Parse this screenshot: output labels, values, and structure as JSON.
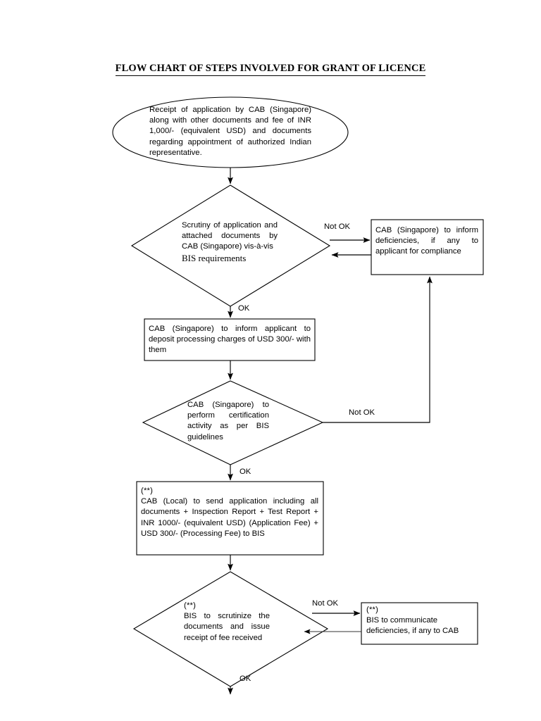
{
  "document": {
    "title": "FLOW CHART OF STEPS INVOLVED FOR GRANT OF LICENCE"
  },
  "flowchart": {
    "nodes": {
      "start_oval": {
        "shape": "ellipse",
        "text": "Receipt of application by CAB (Singapore) along with other documents and fee of INR 1,000/- (equivalent USD) and documents regarding appointment of authorized Indian representative."
      },
      "decision_1": {
        "shape": "diamond",
        "text": "Scrutiny of application and attached documents by CAB (Singapore) vis-à-vis",
        "text_emphasis": "BIS requirements"
      },
      "process_1": {
        "shape": "rectangle",
        "text": "CAB (Singapore) to inform applicant to deposit processing charges of USD 300/- with them"
      },
      "decision_2": {
        "shape": "diamond",
        "text": "CAB (Singapore) to perform certification activity as per BIS guidelines"
      },
      "process_2": {
        "shape": "rectangle",
        "marker": "(**)",
        "text": "CAB (Local) to send application including all documents + Inspection Report + Test Report + INR 1000/- (equivalent USD) (Application Fee) + USD 300/- (Processing Fee) to BIS"
      },
      "decision_3": {
        "shape": "diamond",
        "marker": "(**)",
        "text": "BIS to scrutinize the documents and issue receipt of fee received"
      },
      "deficiency_box_1": {
        "shape": "rectangle",
        "text": "CAB (Singapore) to inform deficiencies, if any to applicant for compliance"
      },
      "deficiency_box_2": {
        "shape": "rectangle",
        "marker": "(**)",
        "text": "BIS to communicate deficiencies, if any to CAB"
      }
    },
    "edge_labels": {
      "not_ok_1": "Not OK",
      "ok_1": "OK",
      "not_ok_2": "Not OK",
      "ok_2": "OK",
      "not_ok_3": "Not OK",
      "ok_3": "OK"
    },
    "colors": {
      "stroke": "#000000",
      "fill": "#ffffff",
      "text": "#000000"
    }
  }
}
